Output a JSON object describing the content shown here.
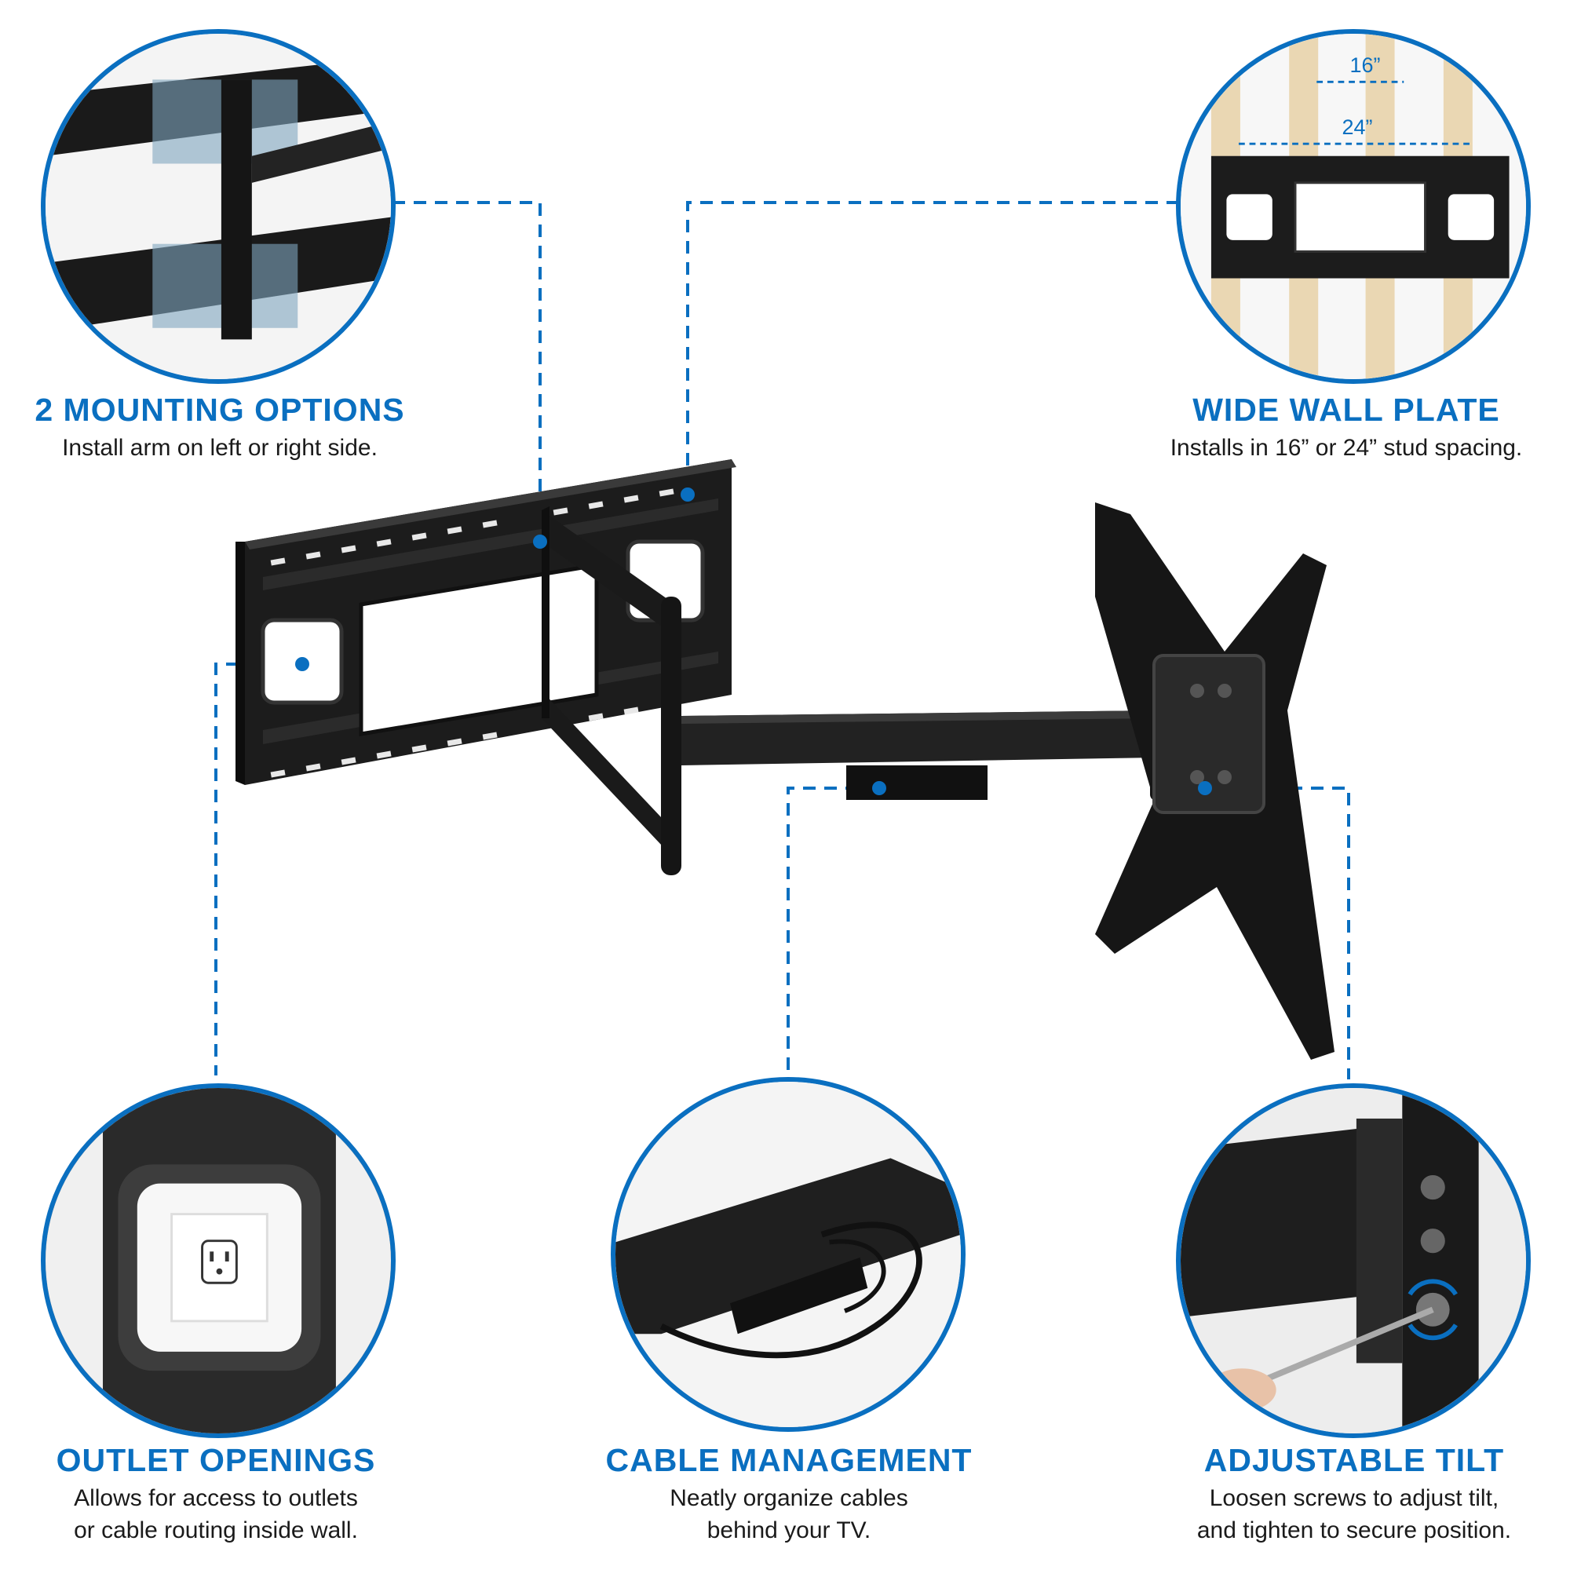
{
  "accent_color": "#0a6fc0",
  "features": {
    "mounting": {
      "title": "2 MOUNTING OPTIONS",
      "desc": "Install arm on left or right side."
    },
    "wall_plate": {
      "title": "WIDE WALL PLATE",
      "desc": "Installs in 16” or 24” stud spacing."
    },
    "outlet": {
      "title": "OUTLET OPENINGS",
      "desc_line1": "Allows for access to outlets",
      "desc_line2": "or cable routing inside wall."
    },
    "cable": {
      "title": "CABLE MANAGEMENT",
      "desc_line1": "Neatly organize cables",
      "desc_line2": "behind your TV."
    },
    "tilt": {
      "title": "ADJUSTABLE TILT",
      "desc_line1": "Loosen screws to adjust tilt,",
      "desc_line2": "and tighten to secure position."
    }
  },
  "stud_spacing": {
    "small": "16”",
    "large": "24”"
  },
  "icons": [
    "outlet-icon",
    "rotate-arrows-icon",
    "hex-key-icon"
  ]
}
